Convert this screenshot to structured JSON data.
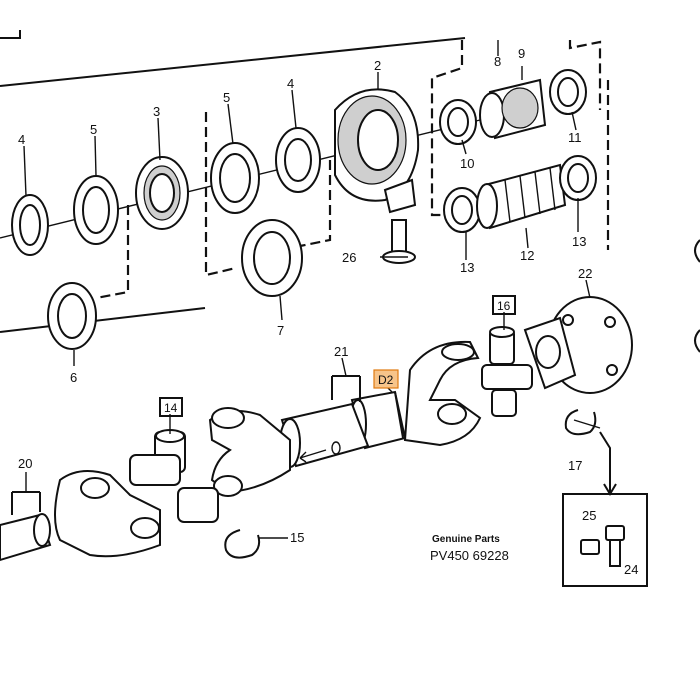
{
  "callouts": {
    "c2": "2",
    "c3": "3",
    "c4a": "4",
    "c4b": "4",
    "c5a": "5",
    "c5b": "5",
    "c6": "6",
    "c7": "7",
    "c8": "8",
    "c9": "9",
    "c10": "10",
    "c11": "11",
    "c12": "12",
    "c13a": "13",
    "c13b": "13",
    "c14": "14",
    "c15": "15",
    "c16": "16",
    "c17": "17",
    "c20": "20",
    "c21": "21",
    "c22": "22",
    "c24": "24",
    "c25": "25",
    "c26": "26"
  },
  "highlight_label": "D2",
  "footer": {
    "line1": "Genuine Parts",
    "line2": "PV450 69228"
  },
  "colors": {
    "highlight_fill": "#f7c48a",
    "highlight_stroke": "#e07a10",
    "ink": "#111111"
  }
}
